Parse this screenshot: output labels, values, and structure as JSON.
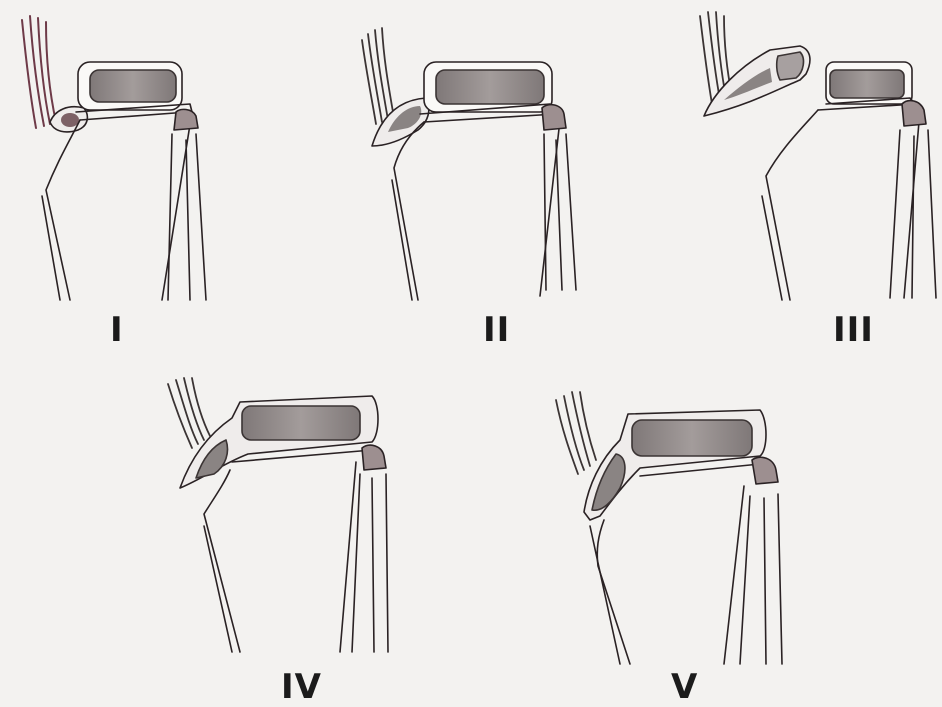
{
  "panels": [
    {
      "id": "I",
      "label": "I"
    },
    {
      "id": "II",
      "label": "II"
    },
    {
      "id": "III",
      "label": "III"
    },
    {
      "id": "IV",
      "label": "IV"
    },
    {
      "id": "V",
      "label": "V"
    }
  ],
  "colors": {
    "background": "#f3f2f0",
    "outline": "#2a2224",
    "bone_fill": "#faf9f7",
    "bone_shade": "#8a8483",
    "tendon": "#7a4a55",
    "label": "#1b1b1b"
  }
}
